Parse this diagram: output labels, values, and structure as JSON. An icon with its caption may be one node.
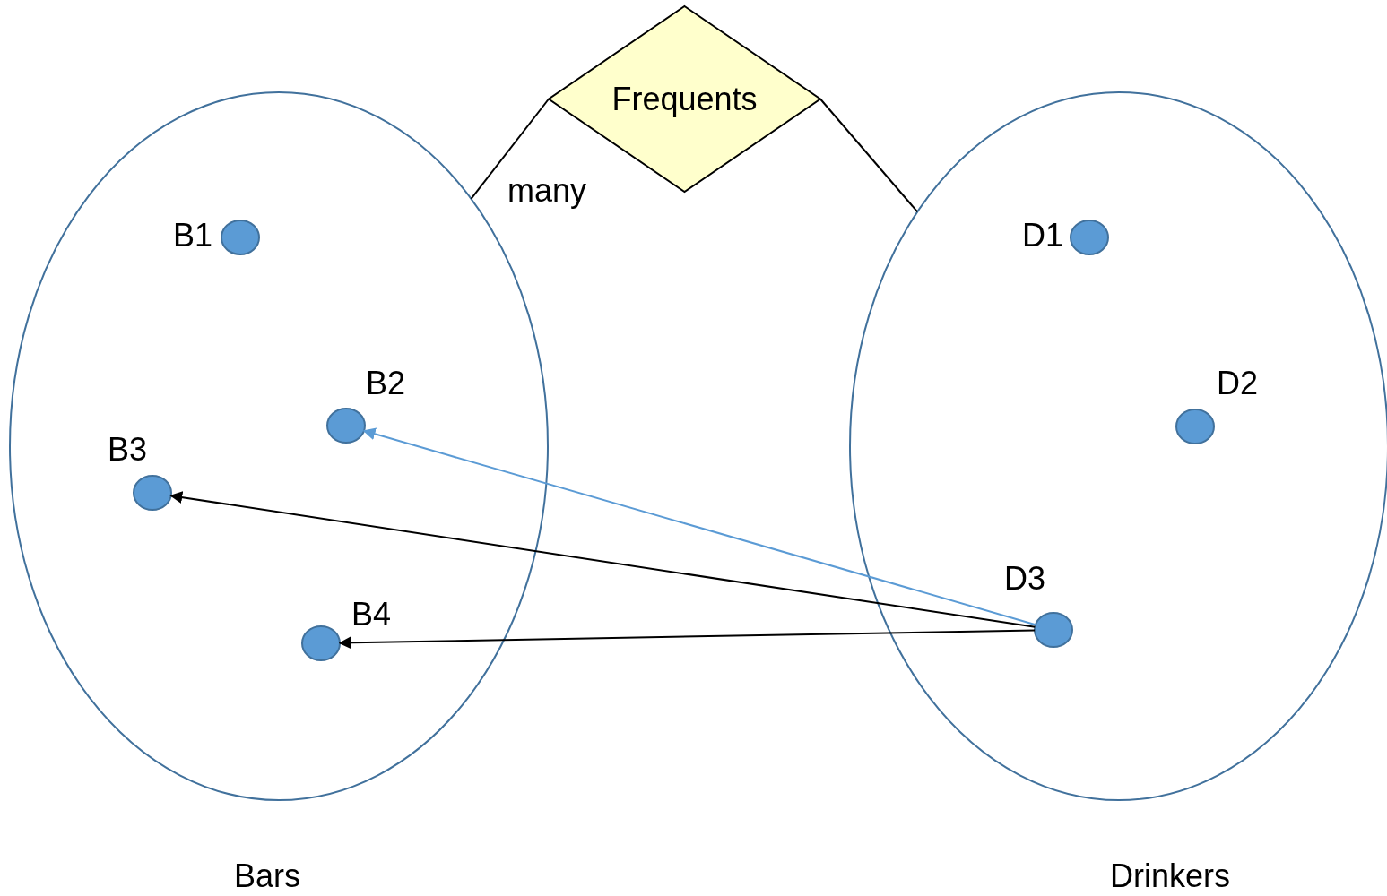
{
  "diagram": {
    "nodes": [
      {
        "text": [
          "Frequents"
        ]
      },
      {
        "text": [
          "Bars"
        ]
      },
      {
        "text": [
          "B1"
        ],
        "in": 1
      },
      {
        "text": [
          "B2"
        ],
        "in": 1
      },
      {
        "text": [
          "B3"
        ],
        "in": 1
      },
      {
        "text": [
          "B4"
        ],
        "in": 1
      },
      {
        "text": [
          "Drinkers"
        ]
      },
      {
        "text": [
          "D1"
        ],
        "in": 6
      },
      {
        "text": [
          "D2"
        ],
        "in": 6
      },
      {
        "text": [
          "D3"
        ],
        "in": 6
      }
    ],
    "edges": [
      {
        "from": 0,
        "to": 1,
        "arrow": "none",
        "label": "many"
      },
      {
        "from": 0,
        "to": 6,
        "arrow": "none"
      },
      {
        "from": 9,
        "to": 3,
        "arrow": "to",
        "color": "#5b9bd5"
      },
      {
        "from": 9,
        "to": 4,
        "arrow": "to"
      },
      {
        "from": 9,
        "to": 5,
        "arrow": "to"
      }
    ]
  }
}
